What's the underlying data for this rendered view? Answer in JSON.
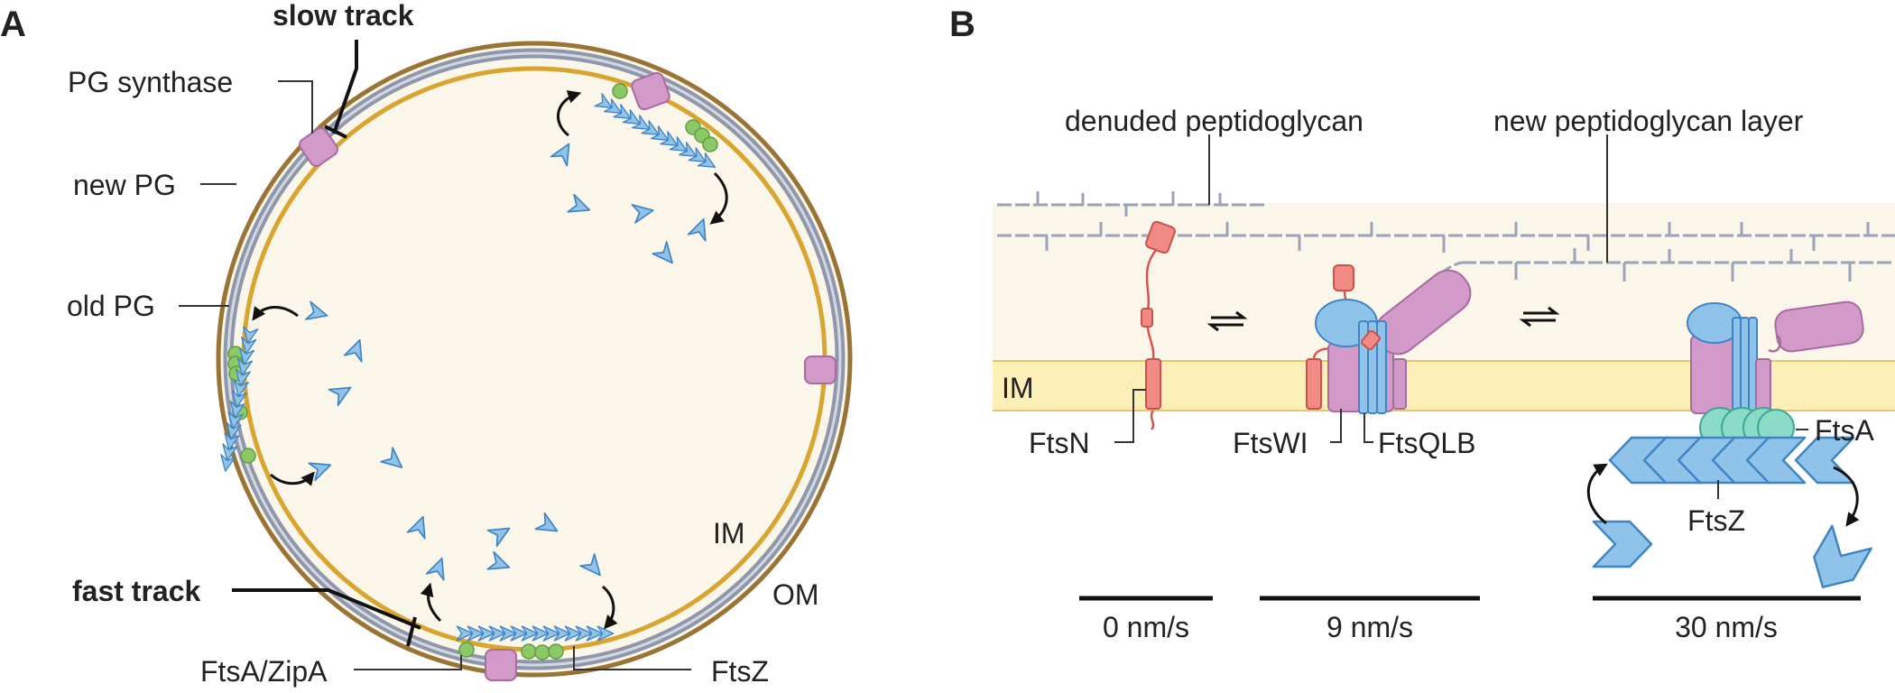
{
  "panels": {
    "a": "A",
    "b": "B"
  },
  "panel_a": {
    "slow_track": "slow track",
    "pg_synthase": "PG synthase",
    "new_pg": "new PG",
    "old_pg": "old PG",
    "im": "IM",
    "om": "OM",
    "fast_track": "fast track",
    "ftsa_zipa": "FtsA/ZipA",
    "ftsz": "FtsZ"
  },
  "panel_b": {
    "denuded_pg": "denuded peptidoglycan",
    "new_pg_layer": "new peptidoglycan layer",
    "im": "IM",
    "ftsn": "FtsN",
    "ftswi": "FtsWI",
    "ftsqlb": "FtsQLB",
    "ftsa": "FtsA",
    "ftsz": "FtsZ",
    "speeds": [
      "0 nm/s",
      "9 nm/s",
      "30 nm/s"
    ]
  },
  "colors": {
    "om": "#9a7434",
    "pg_band": "#8f97ab",
    "im": "#d9a531",
    "cytoplasm": "#fbf6ea",
    "membrane_fill": "#fdefb8",
    "ftsz": "#8fc3ea",
    "ftsz_stroke": "#3f84c4",
    "pg_synthase": "#d29ac9",
    "green_ftsa": "#8dc868",
    "teal_ftsa": "#8bdcc6",
    "ftsn": "#f08a84"
  }
}
